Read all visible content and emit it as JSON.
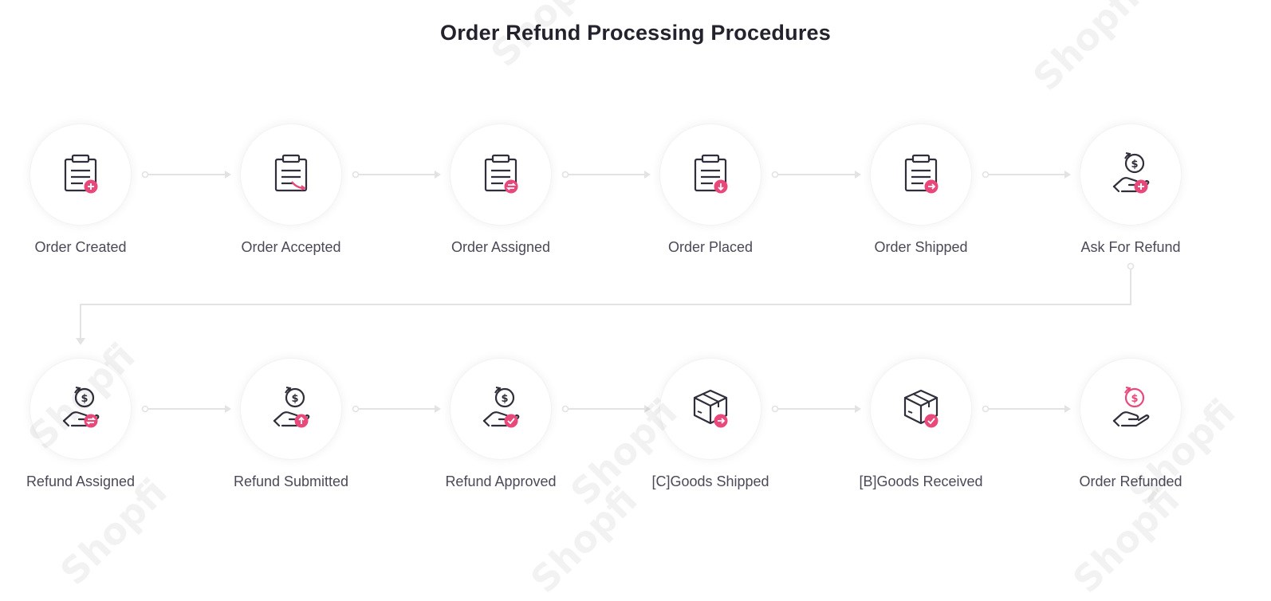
{
  "title": "Order Refund Processing Procedures",
  "watermark": "Shopfi",
  "colors": {
    "accent": "#e8487a",
    "icon": "#2f2e3a",
    "connector": "#e3e3e6"
  },
  "row1": [
    {
      "label": "Order Created",
      "icon": "clipboard-plus-icon"
    },
    {
      "label": "Order Accepted",
      "icon": "clipboard-arrow-icon"
    },
    {
      "label": "Order Assigned",
      "icon": "clipboard-swap-icon"
    },
    {
      "label": "Order Placed",
      "icon": "clipboard-down-icon"
    },
    {
      "label": "Order Shipped",
      "icon": "clipboard-right-icon"
    },
    {
      "label": "Ask For Refund",
      "icon": "refund-hand-plus-icon"
    }
  ],
  "row2": [
    {
      "label": "Refund Assigned",
      "icon": "refund-hand-swap-icon"
    },
    {
      "label": "Refund Submitted",
      "icon": "refund-hand-up-icon"
    },
    {
      "label": "Refund Approved",
      "icon": "refund-hand-check-icon"
    },
    {
      "label": "[C]Goods Shipped",
      "icon": "box-right-icon"
    },
    {
      "label": "[B]Goods Received",
      "icon": "box-check-icon"
    },
    {
      "label": "Order Refunded",
      "icon": "refund-hand-icon"
    }
  ]
}
